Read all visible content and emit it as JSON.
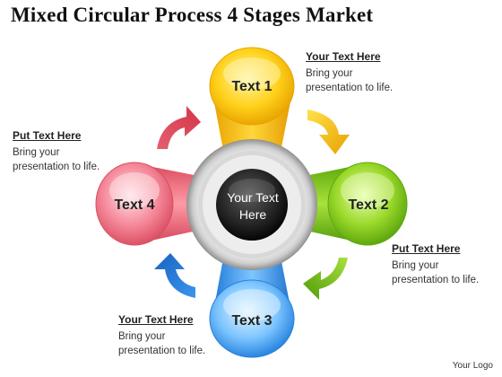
{
  "title": "Mixed Circular Process 4 Stages Market",
  "center_text": [
    "Your Text",
    "Here"
  ],
  "stages": [
    {
      "label": "Text 1",
      "color": "#f5b800"
    },
    {
      "label": "Text 2",
      "color": "#72bb14"
    },
    {
      "label": "Text 3",
      "color": "#2f8fe4"
    },
    {
      "label": "Text 4",
      "color": "#e85a6c"
    }
  ],
  "callouts": [
    {
      "heading": "Your Text Here",
      "line1": "Bring your",
      "line2": "presentation to life."
    },
    {
      "heading": "Put Text Here",
      "line1": "Bring your",
      "line2": "presentation to life."
    },
    {
      "heading": "Put Text Here",
      "line1": "Bring your",
      "line2": "presentation to life."
    },
    {
      "heading": "Your Text Here",
      "line1": "Bring your",
      "line2": "presentation to life."
    }
  ],
  "logo": "Your Logo"
}
